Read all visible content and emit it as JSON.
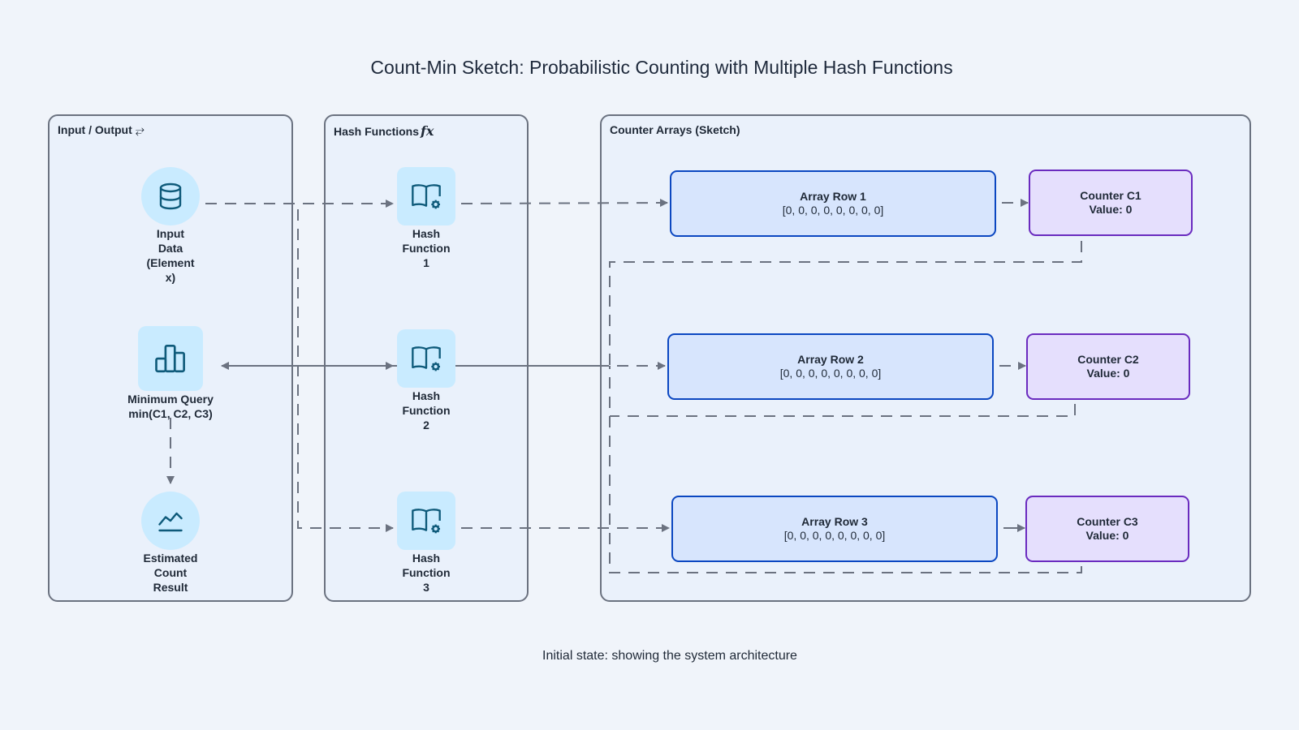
{
  "title": "Count-Min Sketch: Probabilistic Counting with Multiple Hash Functions",
  "caption": "Initial state: showing the system architecture",
  "colors": {
    "background": "#f0f4fa",
    "group_border": "#6b7280",
    "icon_fill": "#c9ebff",
    "icon_stroke": "#0e5a7a",
    "array_fill": "#d7e5fd",
    "array_border": "#0b47c1",
    "counter_fill": "#e5dffd",
    "counter_border": "#6a2bbf",
    "edge": "#6b7280"
  },
  "groups": [
    {
      "id": "io",
      "label": "Input / Output",
      "icon": "arrows-exchange-icon",
      "icon_glyph": "⥂"
    },
    {
      "id": "hash",
      "label": "Hash Functions",
      "icon": "function-fx-icon",
      "icon_glyph": "fx"
    },
    {
      "id": "sketch",
      "label": "Counter Arrays (Sketch)"
    }
  ],
  "nodes": {
    "input": {
      "label": "Input Data (Element x)",
      "lines": [
        "Input",
        "Data",
        "(Element",
        "x)"
      ],
      "icon": "database-icon"
    },
    "min_query": {
      "label": "Minimum Query min(C1, C2, C3)",
      "lines": [
        "Minimum Query",
        "min(C1, C2, C3)"
      ],
      "icon": "bar-chart-icon"
    },
    "result": {
      "label": "Estimated Count Result",
      "lines": [
        "Estimated",
        "Count",
        "Result"
      ],
      "icon": "line-chart-icon"
    },
    "hash1": {
      "label": "Hash Function 1",
      "lines": [
        "Hash",
        "Function",
        "1"
      ],
      "icon": "book-gear-icon"
    },
    "hash2": {
      "label": "Hash Function 2",
      "lines": [
        "Hash",
        "Function",
        "2"
      ],
      "icon": "book-gear-icon"
    },
    "hash3": {
      "label": "Hash Function 3",
      "lines": [
        "Hash",
        "Function",
        "3"
      ],
      "icon": "book-gear-icon"
    }
  },
  "arrays": [
    {
      "title": "Array Row 1",
      "values": "[0, 0, 0, 0, 0, 0, 0, 0]"
    },
    {
      "title": "Array Row 2",
      "values": "[0, 0, 0, 0, 0, 0, 0, 0]"
    },
    {
      "title": "Array Row 3",
      "values": "[0, 0, 0, 0, 0, 0, 0, 0]"
    }
  ],
  "counters": [
    {
      "title": "Counter C1",
      "value": "Value: 0"
    },
    {
      "title": "Counter C2",
      "value": "Value: 0"
    },
    {
      "title": "Counter C3",
      "value": "Value: 0"
    }
  ],
  "edges": [
    {
      "from": "input",
      "to": "hash1",
      "style": "dashed"
    },
    {
      "from": "input",
      "to": "hash2",
      "style": "solid"
    },
    {
      "from": "input",
      "to": "hash3",
      "style": "dashed"
    },
    {
      "from": "hash1",
      "to": "array1",
      "style": "dashed"
    },
    {
      "from": "hash2",
      "to": "array2",
      "style": "dashed"
    },
    {
      "from": "hash3",
      "to": "array3",
      "style": "dashed"
    },
    {
      "from": "array1",
      "to": "counter1",
      "style": "dashed"
    },
    {
      "from": "array2",
      "to": "counter2",
      "style": "dashed"
    },
    {
      "from": "array3",
      "to": "counter3",
      "style": "solid"
    },
    {
      "from": "counter1",
      "to": "min_query",
      "style": "dashed"
    },
    {
      "from": "counter2",
      "to": "min_query",
      "style": "dashed"
    },
    {
      "from": "counter3",
      "to": "min_query",
      "style": "dashed"
    },
    {
      "from": "min_query",
      "to": "result",
      "style": "dashed"
    }
  ]
}
